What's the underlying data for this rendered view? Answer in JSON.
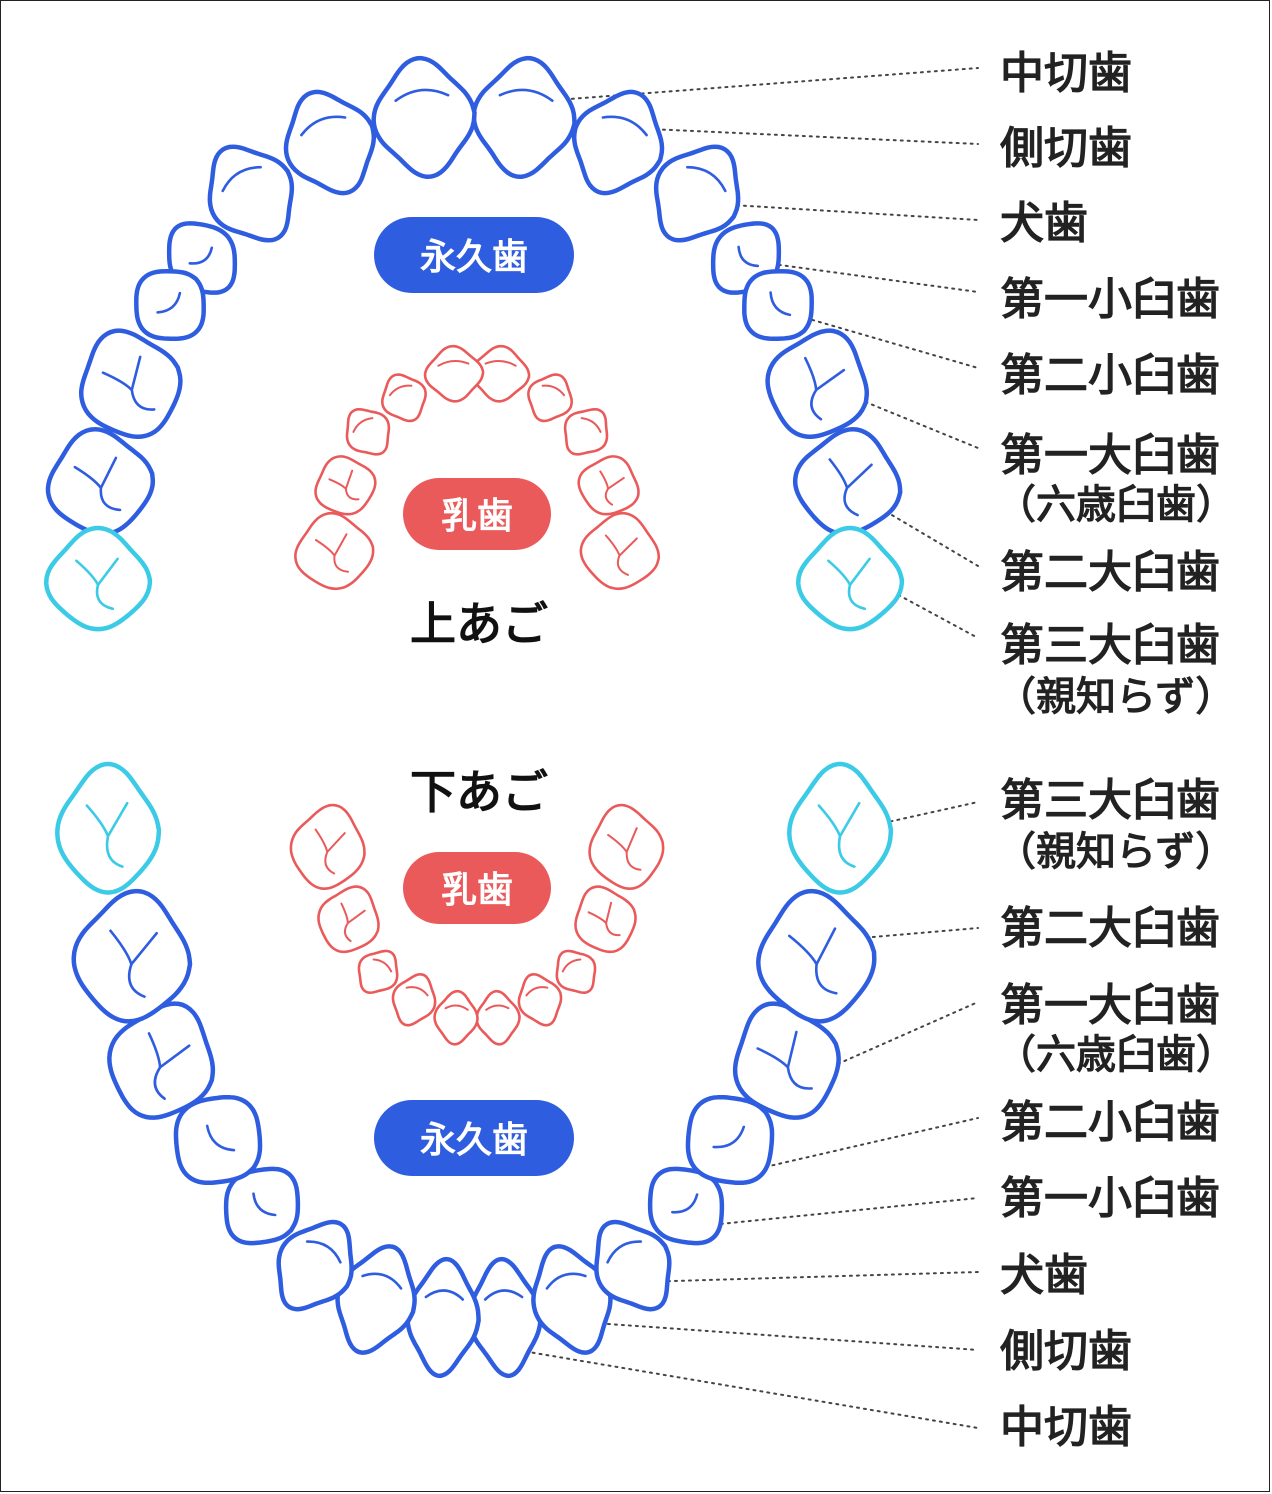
{
  "colors": {
    "permanent": "#2f5de0",
    "wisdom": "#3ccbe6",
    "primary": "#ea5a5a",
    "text": "#222222"
  },
  "upper": {
    "jaw_label": "上あご",
    "permanent_badge": "永久歯",
    "primary_badge": "乳歯",
    "labels": [
      {
        "main": "中切歯",
        "sub": ""
      },
      {
        "main": "側切歯",
        "sub": ""
      },
      {
        "main": "犬歯",
        "sub": ""
      },
      {
        "main": "第一小臼歯",
        "sub": ""
      },
      {
        "main": "第二小臼歯",
        "sub": ""
      },
      {
        "main": "第一大臼歯",
        "sub": "（六歳臼歯）"
      },
      {
        "main": "第二大臼歯",
        "sub": ""
      },
      {
        "main": "第三大臼歯",
        "sub": "（親知らず）"
      }
    ]
  },
  "lower": {
    "jaw_label": "下あご",
    "permanent_badge": "永久歯",
    "primary_badge": "乳歯",
    "labels": [
      {
        "main": "第三大臼歯",
        "sub": "（親知らず）"
      },
      {
        "main": "第二大臼歯",
        "sub": ""
      },
      {
        "main": "第一大臼歯",
        "sub": "（六歳臼歯）"
      },
      {
        "main": "第二小臼歯",
        "sub": ""
      },
      {
        "main": "第一小臼歯",
        "sub": ""
      },
      {
        "main": "犬歯",
        "sub": ""
      },
      {
        "main": "側切歯",
        "sub": ""
      },
      {
        "main": "中切歯",
        "sub": ""
      }
    ]
  }
}
